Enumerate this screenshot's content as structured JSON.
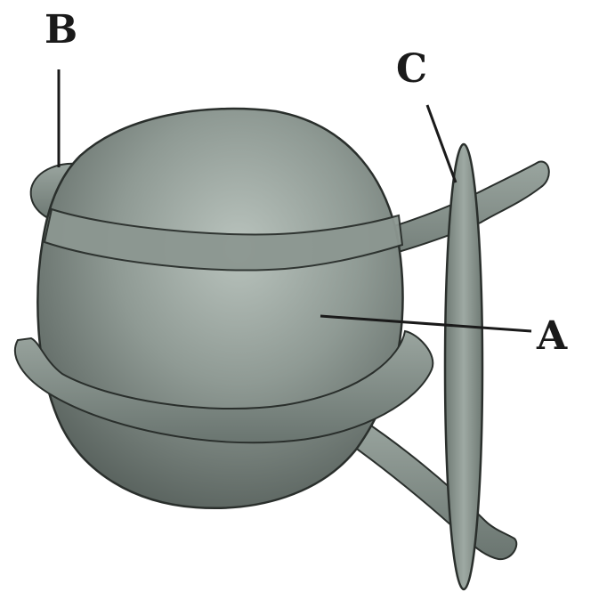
{
  "diagram": {
    "labels": {
      "a": "A",
      "b": "B",
      "c": "C"
    },
    "colors": {
      "background": "#ffffff",
      "core_fill": "#6f7a74",
      "core_highlight": "#aeb8b2",
      "strand_fill": "#7f8a84",
      "disc_fill": "#808b85",
      "outline": "#2a2f2c",
      "leader_line": "#1a1a1a"
    }
  }
}
